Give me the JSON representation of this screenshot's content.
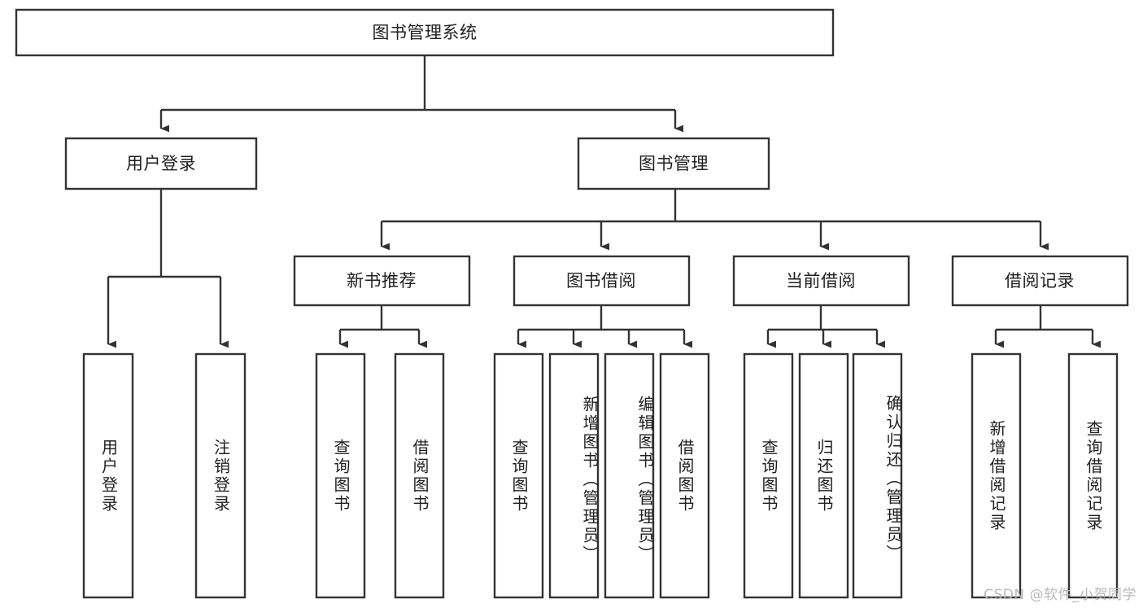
{
  "diagram": {
    "type": "tree",
    "orientation": "top-down",
    "title": "图书管理系统",
    "colors": {
      "stroke": "#333333",
      "box_fill": "#ffffff",
      "text": "#1f1f1f",
      "background": "#ffffff",
      "watermark": "#b9b9b9"
    },
    "levels": {
      "root": {
        "label": "图书管理系统"
      },
      "level2": [
        {
          "label": "用户登录"
        },
        {
          "label": "图书管理"
        }
      ],
      "level3": [
        {
          "label": "新书推荐"
        },
        {
          "label": "图书借阅"
        },
        {
          "label": "当前借阅"
        },
        {
          "label": "借阅记录"
        }
      ],
      "leaves": {
        "user_login": [
          {
            "label": "用户登录"
          },
          {
            "label": "注销登录"
          }
        ],
        "new_book_recommend": [
          {
            "label": "查询图书"
          },
          {
            "label": "借阅图书"
          }
        ],
        "book_borrow": [
          {
            "label": "查询图书"
          },
          {
            "label": "新增图书（管理员）"
          },
          {
            "label": "编辑图书（管理员）"
          },
          {
            "label": "借阅图书"
          }
        ],
        "current_borrow": [
          {
            "label": "查询图书"
          },
          {
            "label": "归还图书"
          },
          {
            "label": "确认归还（管理员）"
          }
        ],
        "borrow_record": [
          {
            "label": "新增借阅记录"
          },
          {
            "label": "查询借阅记录"
          }
        ]
      }
    }
  },
  "watermark": {
    "text": "CSDN @软件_小贺同学"
  }
}
